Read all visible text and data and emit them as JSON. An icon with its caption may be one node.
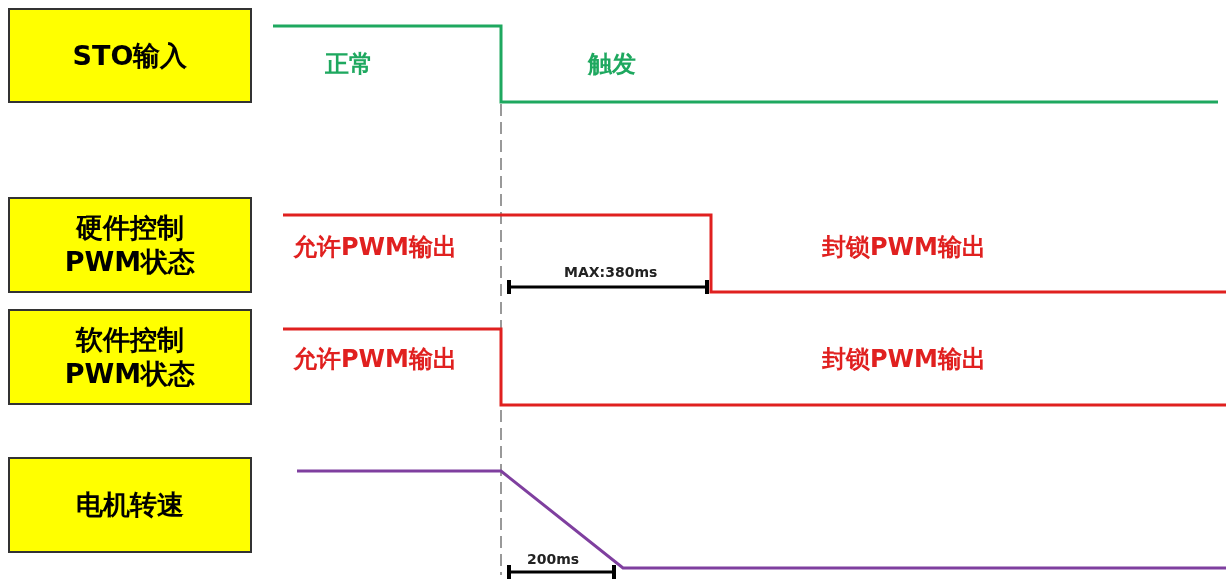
{
  "diagram": {
    "nodes": [
      {
        "text": [
          "STO输入"
        ]
      },
      {
        "text": [
          "硬件控制PWM状态"
        ]
      },
      {
        "text": [
          "软件控制PWM状态"
        ]
      },
      {
        "text": [
          "电机转速"
        ]
      }
    ],
    "edges": [],
    "labels": [
      "正常",
      "触发",
      "允许PWM输出",
      "MAX:380ms",
      "封锁PWM输出",
      "允许PWM输出",
      "封锁PWM输出",
      "200ms"
    ]
  }
}
